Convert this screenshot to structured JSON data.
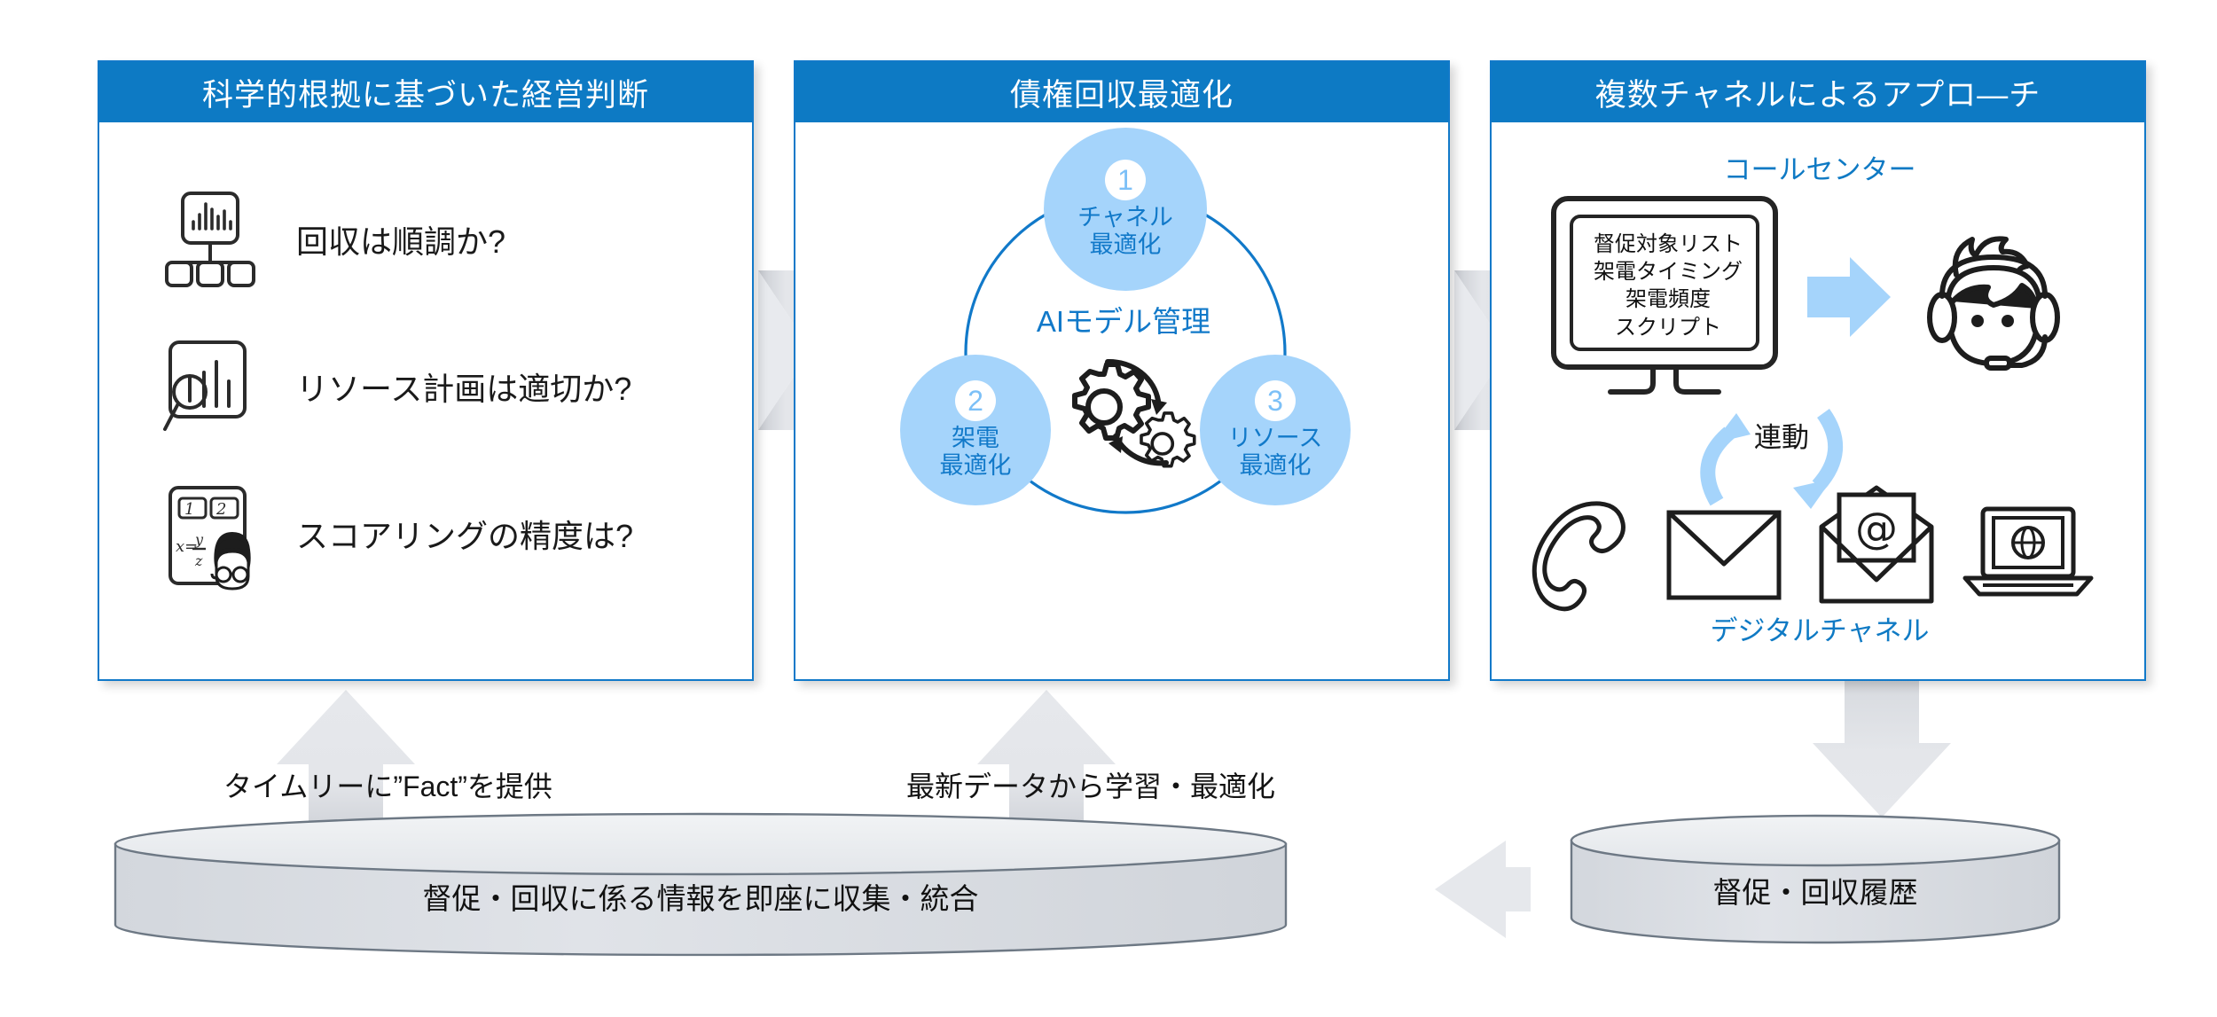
{
  "panels": [
    {
      "id": "scientific-decision",
      "title": "科学的根拠に基づいた経営判断",
      "items": [
        {
          "icon": "dashboard-chart-org-icon",
          "label": "回収は順調か?"
        },
        {
          "icon": "magnifier-bar-chart-icon",
          "label": "リソース計画は適切か?"
        },
        {
          "icon": "calculator-analyst-icon",
          "label": "スコアリングの精度は?"
        }
      ]
    },
    {
      "id": "debt-collection-optimization",
      "title": "債権回収最適化",
      "center_label": "AIモデル管理",
      "nodes": [
        {
          "number": "1",
          "line1": "チャネル",
          "line2": "最適化"
        },
        {
          "number": "2",
          "line1": "架電",
          "line2": "最適化"
        },
        {
          "number": "3",
          "line1": "リソース",
          "line2": "最適化"
        }
      ]
    },
    {
      "id": "multichannel-approach",
      "title": "複数チャネルによるアプロ―チ",
      "call_center_label": "コールセンター",
      "monitor_items": [
        "督促対象リスト",
        "架電タイミング",
        "架電頻度",
        "スクリプト"
      ],
      "link_label": "連動",
      "digital_channel_label": "デジタルチャネル",
      "channel_icons": [
        "phone-handset-icon",
        "envelope-icon",
        "email-at-icon",
        "laptop-globe-icon"
      ]
    }
  ],
  "flow_labels": {
    "left": "タイムリーに”Fact”を提供",
    "middle": "最新データから学習・最適化"
  },
  "cylinders": [
    {
      "id": "integrated-data-store",
      "label": "督促・回収に係る情報を即座に収集・統合"
    },
    {
      "id": "collection-history-store",
      "label": "督促・回収履歴"
    }
  ],
  "colors": {
    "header_blue": "#0d7ac4",
    "border_blue": "#1179c9",
    "node_blue": "#a5d4fb",
    "text_blue": "#1179c9",
    "highlight_yellow": "#fbc640",
    "arrow_gray": "#e3e5e9",
    "cylinder_fill": "#dcdfe4"
  }
}
